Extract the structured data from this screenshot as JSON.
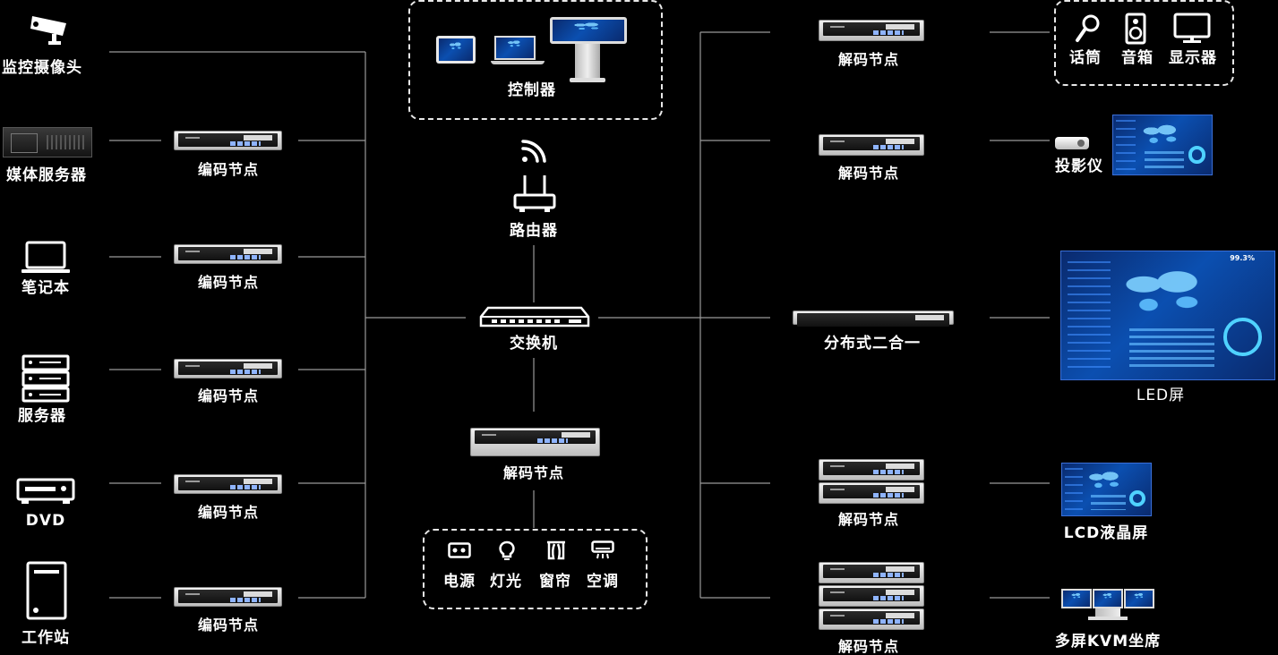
{
  "left_sources": [
    {
      "label": "监控摄像头",
      "icon": "camera-icon"
    },
    {
      "label": "媒体服务器",
      "icon": "media-server-icon"
    },
    {
      "label": "笔记本",
      "icon": "laptop-icon"
    },
    {
      "label": "服务器",
      "icon": "server-icon"
    },
    {
      "label": "DVD",
      "icon": "dvd-icon"
    },
    {
      "label": "工作站",
      "icon": "workstation-icon"
    }
  ],
  "left_nodes": [
    "编码节点",
    "编码节点",
    "编码节点",
    "编码节点",
    "编码节点"
  ],
  "center": {
    "controller_label": "控制器",
    "router_label": "路由器",
    "switch_label": "交换机",
    "decoder_label": "解码节点",
    "env_devices": [
      "电源",
      "灯光",
      "窗帘",
      "空调"
    ]
  },
  "right_nodes": [
    "解码节点",
    "解码节点",
    "分布式二合一",
    "解码节点",
    "解码节点"
  ],
  "right_outputs": {
    "audio_devices": [
      "话筒",
      "音箱",
      "显示器"
    ],
    "projector": "投影仪",
    "led": "LED屏",
    "lcd": "LCD液晶屏",
    "kvm": "多屏KVM坐席",
    "led_metric": "99.3%"
  },
  "colors": {
    "background": "#000000",
    "line": "#9a9a9a",
    "text": "#ffffff",
    "screen": "#0b4fb0"
  }
}
